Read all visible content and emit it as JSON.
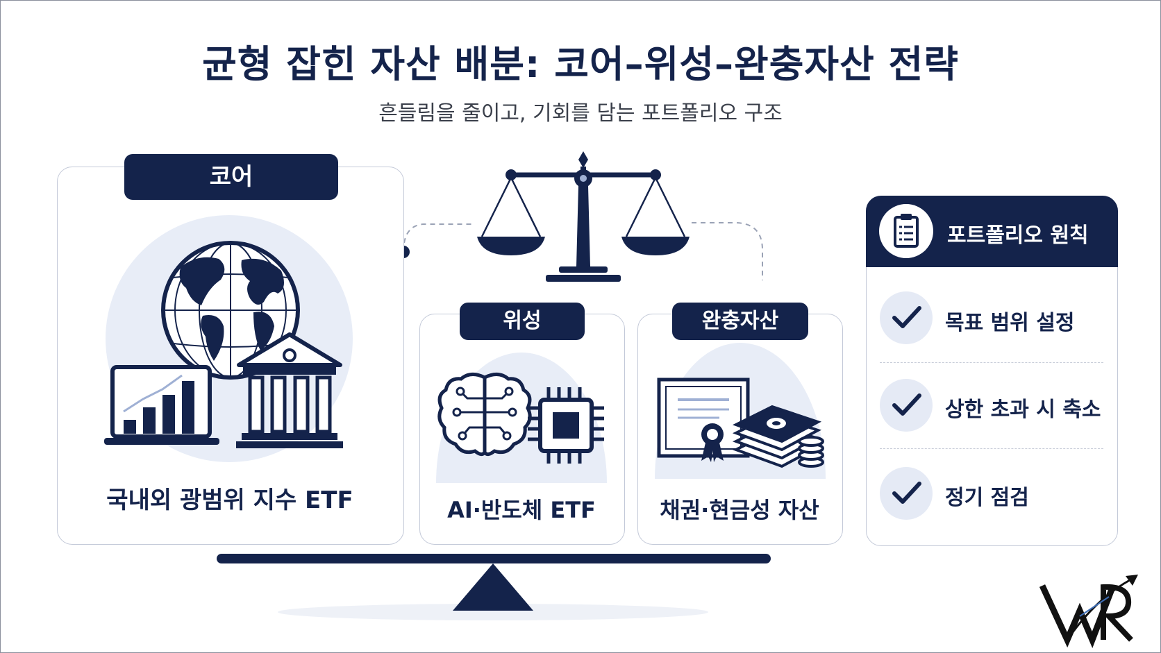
{
  "header": {
    "title": "균형 잡힌 자산 배분: 코어–위성–완충자산 전략",
    "subtitle": "흔들림을 줄이고, 기회를 담는 포트폴리오 구조"
  },
  "core": {
    "tab": "코어",
    "label": "국내외 광범위 지수 ETF",
    "icons": [
      "globe-icon",
      "bar-chart-laptop-icon",
      "bank-building-icon"
    ]
  },
  "satellite": {
    "tab": "위성",
    "label": "AI·반도체 ETF",
    "icons": [
      "brain-circuit-icon",
      "chip-icon"
    ]
  },
  "buffer": {
    "tab": "완충자산",
    "label": "채권·현금성 자산",
    "icons": [
      "certificate-icon",
      "cash-stack-icon",
      "coins-icon"
    ]
  },
  "principles": {
    "title": "포트폴리오 원칙",
    "icon": "clipboard-icon",
    "items": [
      "목표 범위 설정",
      "상한 초과 시 축소",
      "정기 점검"
    ]
  },
  "colors": {
    "navy": "#14234b",
    "light_blue": "#e8edf7",
    "border": "#c3c9d8"
  },
  "logo": "VR"
}
